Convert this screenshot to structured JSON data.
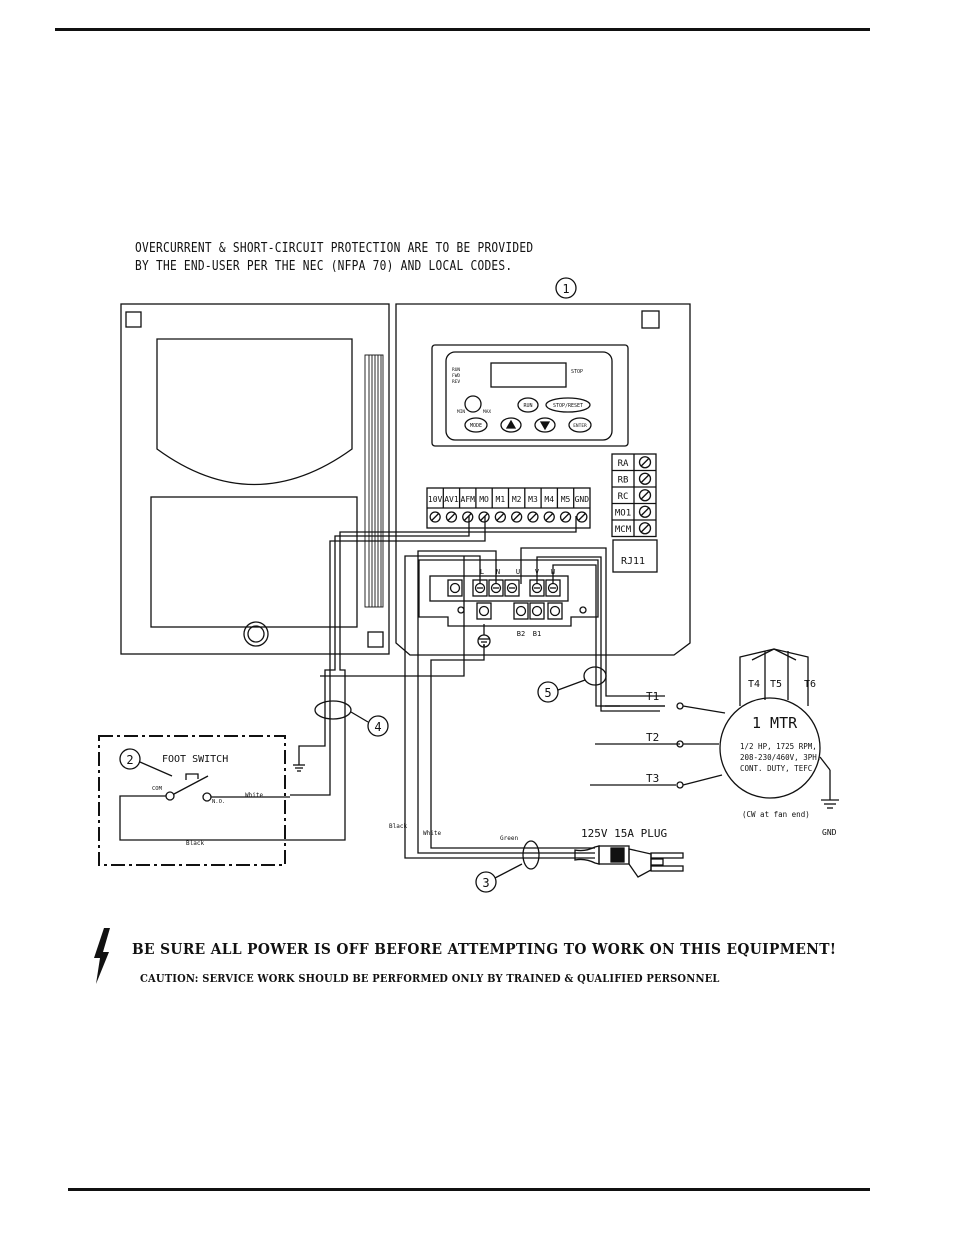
{
  "notes": {
    "protection_line1": "OVERCURRENT & SHORT-CIRCUIT PROTECTION ARE TO BE PROVIDED",
    "protection_line2": "BY THE END-USER PER THE NEC (NFPA 70) AND LOCAL CODES."
  },
  "callouts": [
    "1",
    "2",
    "3",
    "4",
    "5"
  ],
  "keypad": {
    "status_left": [
      "RUN",
      "FWD",
      "REV"
    ],
    "status_right": "STOP",
    "knob_min": "MIN",
    "knob_max": "MAX",
    "buttons": {
      "run": "RUN",
      "stop_reset": "STOP/RESET",
      "mode": "MODE",
      "enter": "ENTER"
    }
  },
  "control_terminals": [
    "10V",
    "AV1",
    "AFM",
    "MO",
    "M1",
    "M2",
    "M3",
    "M4",
    "M5",
    "GND"
  ],
  "relay_terminals": [
    "RA",
    "RB",
    "RC",
    "MO1",
    "MCM"
  ],
  "rj11_label": "RJ11",
  "power_terminals": {
    "top": [
      "L",
      "N",
      "U",
      "V",
      "W"
    ],
    "bottom": [
      "B2",
      "B1"
    ]
  },
  "foot_switch": {
    "title": "FOOT SWITCH",
    "com": "COM",
    "no": "N.O.",
    "white": "White",
    "black": "Black"
  },
  "wire_colors": {
    "black": "Black",
    "white": "White",
    "green": "Green"
  },
  "plug_label": "125V 15A PLUG",
  "motor": {
    "title": "1 MTR",
    "spec_lines": [
      "1/2 HP, 1725 RPM,",
      "208-230/460V, 3PH,",
      "CONT. DUTY, TEFC"
    ],
    "rotation": "(CW at fan end)",
    "leads": [
      "T1",
      "T2",
      "T3"
    ],
    "top_leads": [
      "T4",
      "T5",
      "T6"
    ],
    "ground": "GND"
  },
  "warning": {
    "headline": "BE SURE ALL POWER IS OFF BEFORE ATTEMPTING TO WORK ON THIS EQUIPMENT!",
    "caution": "CAUTION: SERVICE WORK SHOULD BE PERFORMED ONLY BY TRAINED & QUALIFIED PERSONNEL"
  }
}
